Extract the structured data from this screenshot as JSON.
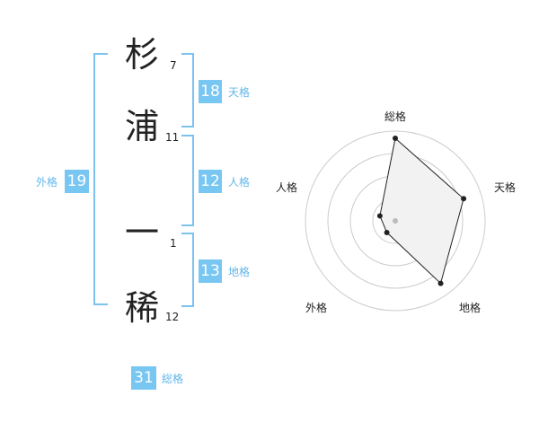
{
  "characters": [
    {
      "char": "杉",
      "strokes": "7"
    },
    {
      "char": "浦",
      "strokes": "11"
    },
    {
      "char": "一",
      "strokes": "1"
    },
    {
      "char": "稀",
      "strokes": "12"
    }
  ],
  "fortunes": {
    "tenkaku": {
      "value": "18",
      "label": "天格"
    },
    "jinkaku": {
      "value": "12",
      "label": "人格"
    },
    "chikaku": {
      "value": "13",
      "label": "地格"
    },
    "gaikaku": {
      "value": "19",
      "label": "外格"
    },
    "soukaku": {
      "value": "31",
      "label": "総格"
    }
  },
  "radar": {
    "labels": {
      "top": "総格",
      "right": "天格",
      "bottom_right": "地格",
      "bottom_left": "外格",
      "left": "人格"
    },
    "max": 5,
    "rings": 4,
    "values": {
      "soukaku": 4.6,
      "tenkaku": 4.0,
      "chikaku": 4.3,
      "gaikaku": 0.8,
      "jinkaku": 0.9
    },
    "colors": {
      "fill": "#f2f2f2",
      "line": "#222222",
      "ring": "#cccccc",
      "center": "#bbbbbb"
    }
  },
  "colors": {
    "accent": "#78c6f2",
    "accent_text": "#62b7ea"
  }
}
